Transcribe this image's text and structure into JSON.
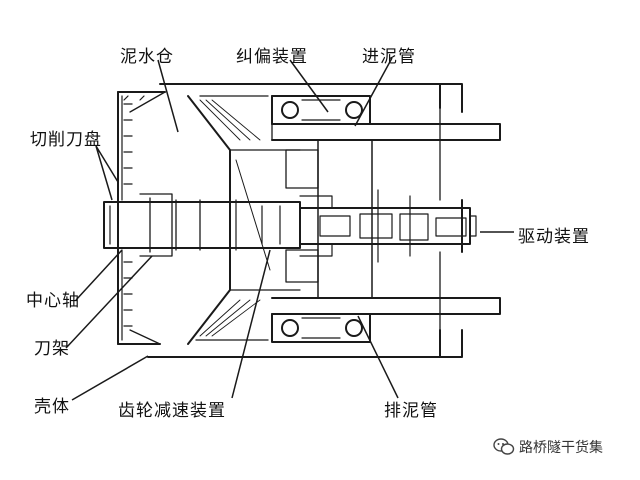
{
  "labels": {
    "mud_chamber": "泥水仓",
    "deviation_device": "纠偏装置",
    "inlet_pipe": "进泥管",
    "cutter_head": "切削刀盘",
    "drive_device": "驱动装置",
    "center_shaft": "中心轴",
    "cutter_frame": "刀架",
    "shell": "壳体",
    "gear_reducer": "齿轮减速装置",
    "outlet_pipe": "排泥管"
  },
  "watermark": {
    "text": "路桥隧干货集",
    "icon": "wechat-icon"
  },
  "colors": {
    "line": "#1a1a1a",
    "background": "#ffffff"
  }
}
